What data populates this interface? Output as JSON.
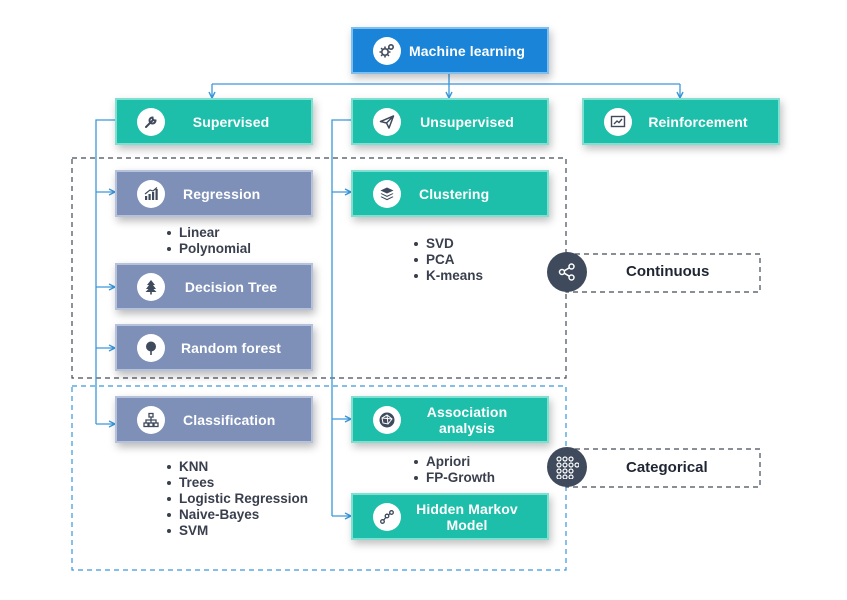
{
  "root": {
    "label": "Machine learning",
    "icon": "gears-icon"
  },
  "categories": {
    "supervised": {
      "label": "Supervised",
      "icon": "wrench-icon"
    },
    "unsupervised": {
      "label": "Unsupervised",
      "icon": "paper-plane-icon"
    },
    "reinforcement": {
      "label": "Reinforcement",
      "icon": "chart-screen-icon"
    }
  },
  "supervised": {
    "regression": {
      "label": "Regression",
      "icon": "bar-chart-icon",
      "items": [
        "Linear",
        "Polynomial"
      ]
    },
    "decision_tree": {
      "label": "Decision Tree",
      "icon": "tree-icon"
    },
    "random_forest": {
      "label": "Random forest",
      "icon": "forest-icon"
    },
    "classification": {
      "label": "Classification",
      "icon": "hierarchy-icon",
      "items": [
        "KNN",
        "Trees",
        "Logistic Regression",
        "Naive-Bayes",
        "SVM"
      ]
    }
  },
  "unsupervised": {
    "clustering": {
      "label": "Clustering",
      "icon": "layers-icon",
      "items": [
        "SVD",
        "PCA",
        "K-means"
      ]
    },
    "association": {
      "label": "Association analysis",
      "icon": "globe-network-icon",
      "items": [
        "Apriori",
        "FP-Growth"
      ]
    },
    "hmm": {
      "label": "Hidden Markov\nModel",
      "icon": "path-nodes-icon"
    }
  },
  "data_types": {
    "continuous": {
      "label": "Continuous",
      "icon": "share-icon"
    },
    "categorical": {
      "label": "Categorical",
      "icon": "dot-grid-icon"
    }
  },
  "colors": {
    "teal": "#1ebfaa",
    "blue": "#1a84d8",
    "slate": "#7e90b8",
    "connector": "#3a97dc",
    "dark": "#3f4a5c"
  }
}
